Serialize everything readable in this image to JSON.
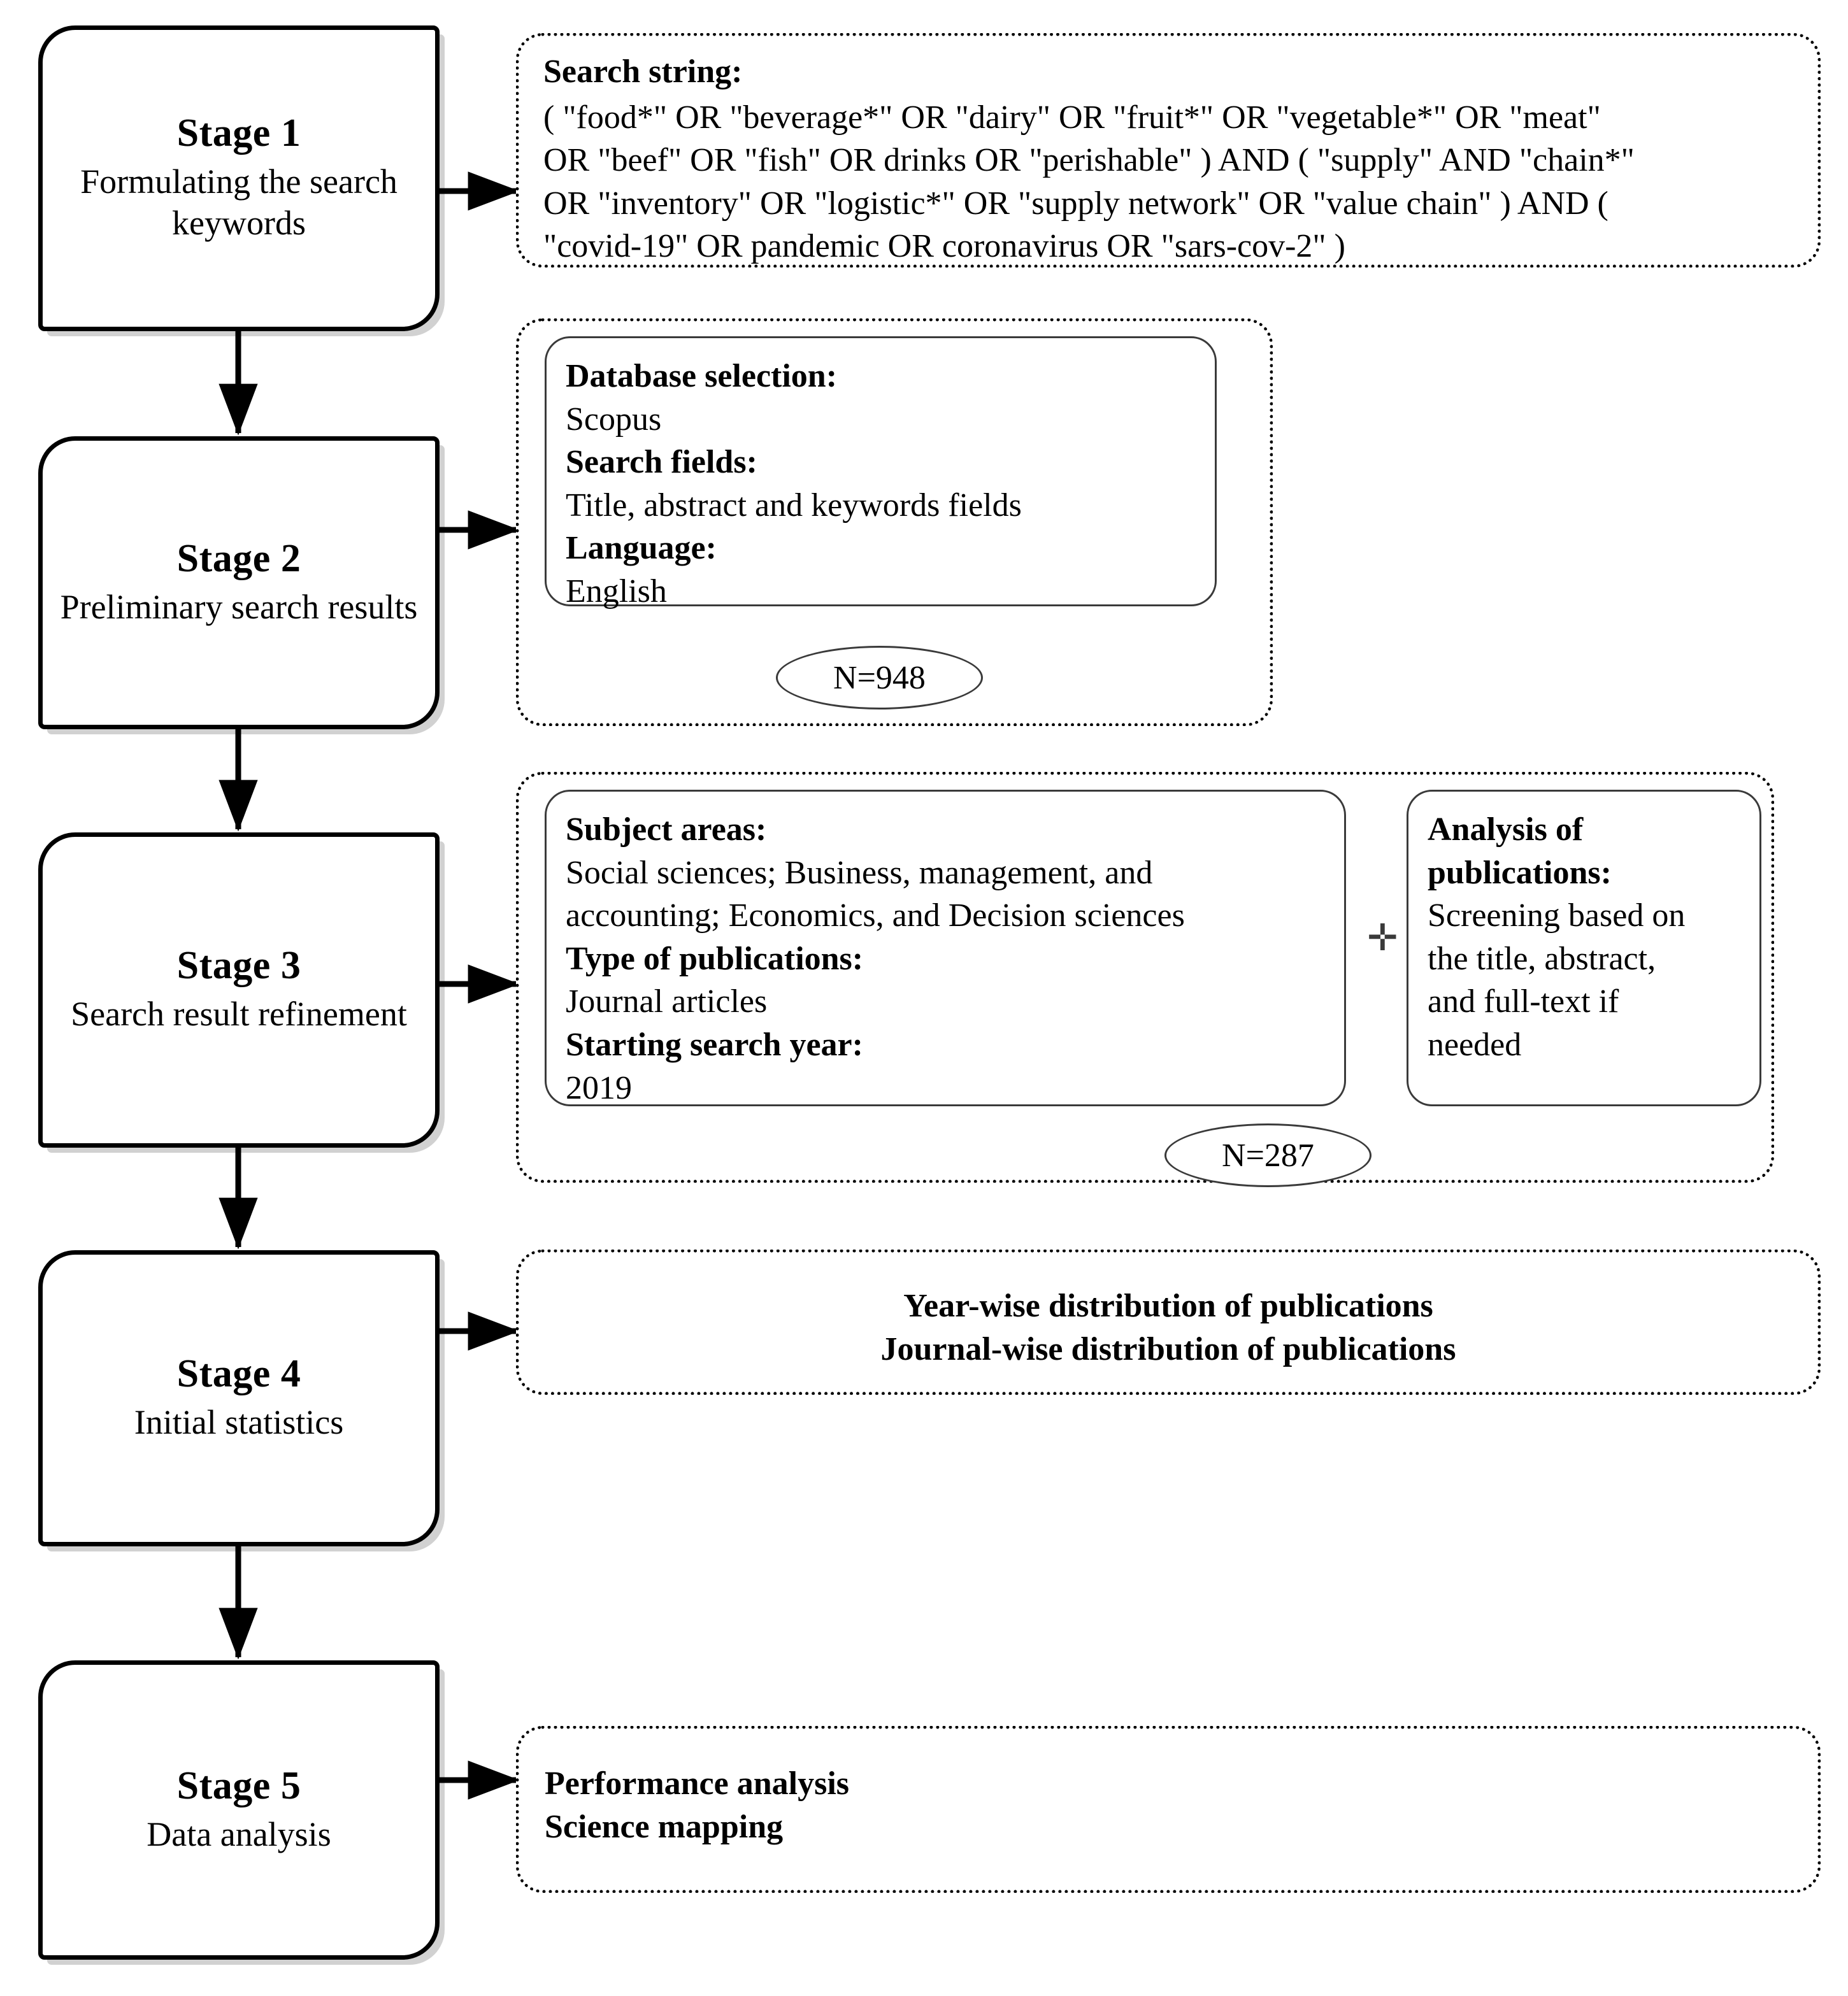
{
  "figure": {
    "type": "flowchart",
    "orientation": "vertical-stages-with-detail-panels"
  },
  "stages": [
    {
      "title": "Stage 1",
      "subtitle": "Formulating the\nsearch keywords"
    },
    {
      "title": "Stage 2",
      "subtitle": "Preliminary\nsearch results"
    },
    {
      "title": "Stage 3",
      "subtitle": "Search result\nrefinement"
    },
    {
      "title": "Stage 4",
      "subtitle": "Initial statistics"
    },
    {
      "title": "Stage 5",
      "subtitle": "Data analysis"
    }
  ],
  "stage1_detail": {
    "heading": "Search string:",
    "query": "( \"food*\" OR \"beverage*\" OR \"dairy\" OR \"fruit*\" OR \"vegetable*\" OR \"meat\"\nOR \"beef\" OR \"fish\" OR drinks OR \"perishable\" ) AND ( \"supply\" AND \"chain*\"\nOR \"inventory\" OR \"logistic*\" OR \"supply network\" OR \"value chain\" ) AND (\n\"covid-19\" OR pandemic OR coronavirus OR \"sars-cov-2\" )"
  },
  "stage2_detail": {
    "label_database": "Database selection:",
    "value_database": "Scopus",
    "label_fields": "Search fields:",
    "value_fields": "Title, abstract and keywords fields",
    "label_language": "Language:",
    "value_language": "English",
    "result_count": "N=948"
  },
  "stage3_detail": {
    "label_subject": "Subject areas:",
    "value_subject": "Social sciences; Business, management, and\naccounting; Economics, and Decision sciences",
    "label_type": "Type of publications:",
    "value_type": "Journal articles",
    "label_year": "Starting search year:",
    "value_year": "2019",
    "combine_symbol": "✛",
    "analysis_heading": "Analysis of\npublications:",
    "analysis_body": "Screening based on\nthe title, abstract,\nand full-text if\nneeded",
    "result_count": "N=287"
  },
  "stage4_detail": {
    "line1": "Year-wise distribution of publications",
    "line2": "Journal-wise distribution of publications"
  },
  "stage5_detail": {
    "line1": "Performance analysis",
    "line2": "Science mapping"
  },
  "colors": {
    "stroke": "#000000",
    "thin_stroke": "#3a3a3a",
    "background": "#ffffff"
  }
}
